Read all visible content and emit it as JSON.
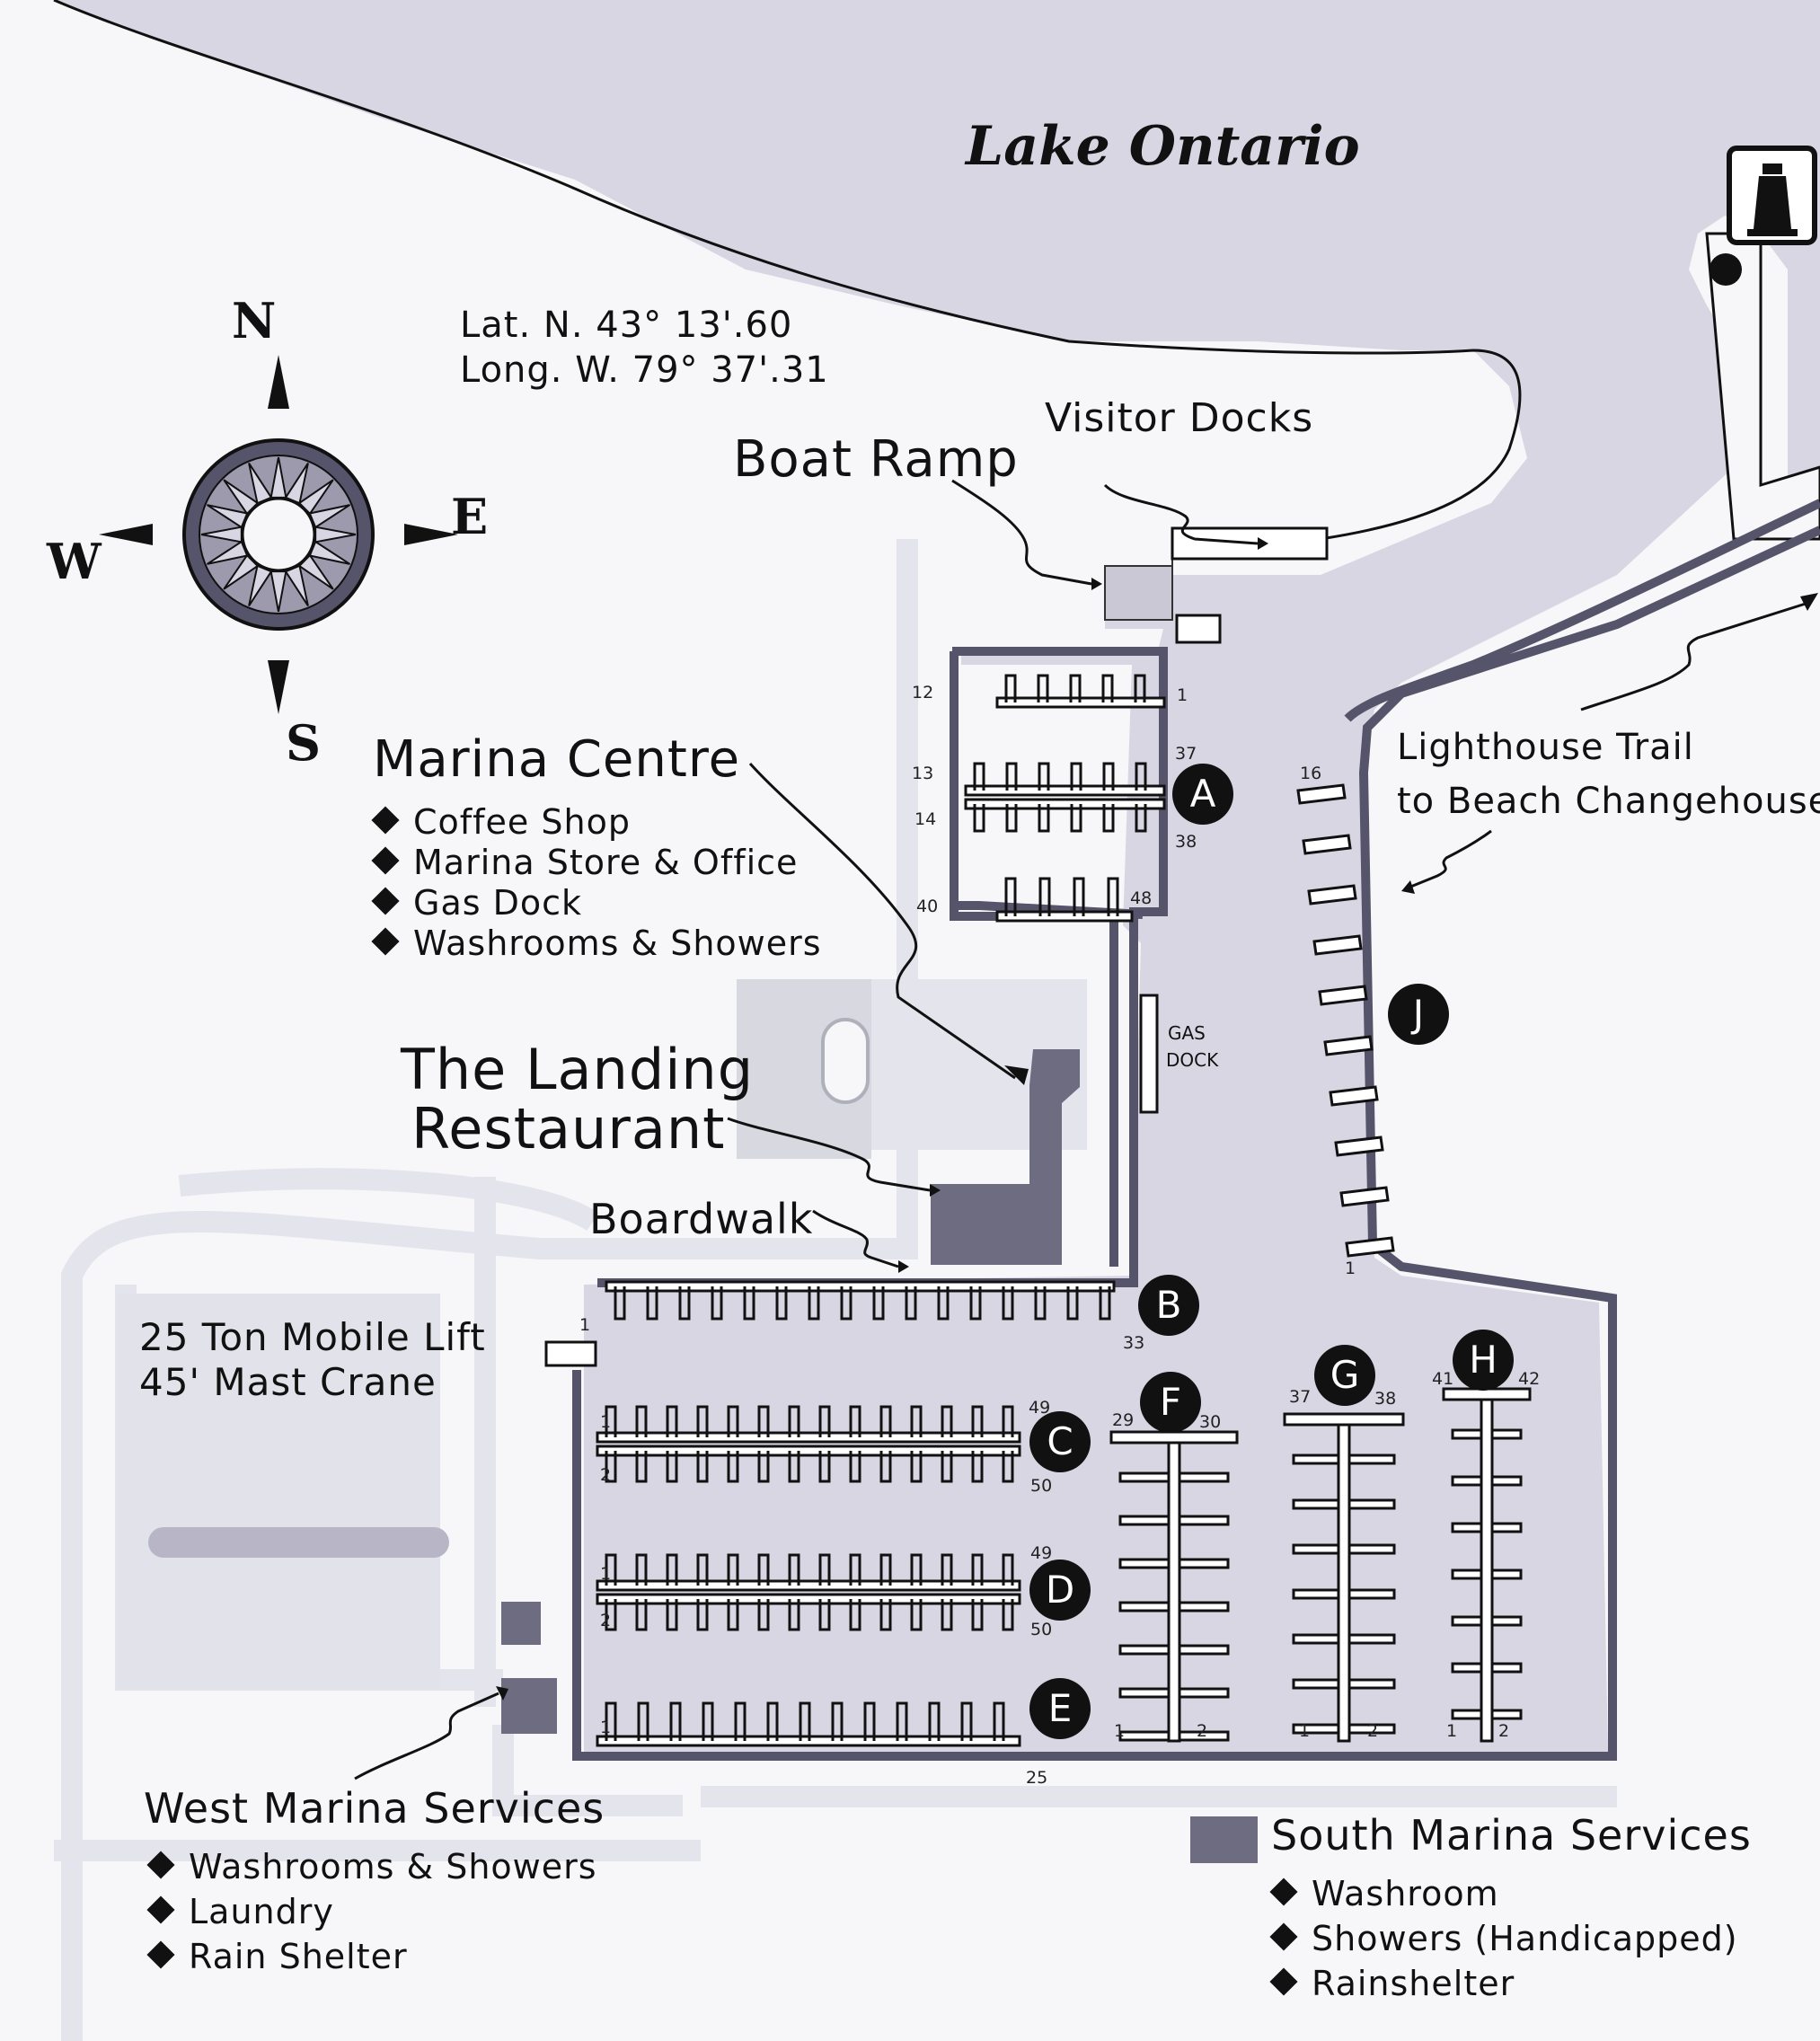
{
  "title": "Lake Ontario",
  "coordinates": {
    "lat": "Lat. N.  43°  13'.60",
    "long": "Long. W.  79°  37'.31"
  },
  "compass": {
    "north": "N",
    "south": "S",
    "east": "E",
    "west": "W"
  },
  "labels": {
    "visitor_docks": "Visitor Docks",
    "boat_ramp": "Boat Ramp",
    "marina_centre": "Marina Centre",
    "landing_line1": "The Landing",
    "landing_line2": "Restaurant",
    "boardwalk": "Boardwalk",
    "mobile_lift_line1": "25 Ton Mobile Lift",
    "mobile_lift_line2": "45' Mast Crane",
    "lighthouse_line1": "Lighthouse Trail",
    "lighthouse_line2": "to Beach Changehouse",
    "gas_dock_line1": "GAS",
    "gas_dock_line2": "DOCK",
    "west_services": "West Marina Services",
    "south_services": "South Marina Services"
  },
  "marina_centre_items": [
    "Coffee Shop",
    "Marina Store & Office",
    "Gas Dock",
    "Washrooms & Showers"
  ],
  "west_services_items": [
    "Washrooms & Showers",
    "Laundry",
    "Rain Shelter"
  ],
  "south_services_items": [
    "Washroom",
    "Showers (Handicapped)",
    "Rainshelter"
  ],
  "docks": [
    "A",
    "B",
    "C",
    "D",
    "E",
    "F",
    "G",
    "H",
    "J"
  ],
  "slip_numbers": {
    "a_12": "12",
    "a_1": "1",
    "a_37": "37",
    "a_13": "13",
    "a_14": "14",
    "a_38": "38",
    "a_40": "40",
    "a_48": "48",
    "j_16": "16",
    "j_1": "1",
    "b_1": "1",
    "b_33": "33",
    "c_1": "1",
    "c_2": "2",
    "c_49": "49",
    "c_50": "50",
    "d_1": "1",
    "d_2": "2",
    "d_49": "49",
    "d_50": "50",
    "e_1": "1",
    "e_25": "25",
    "f_29": "29",
    "f_30": "30",
    "f_1": "1",
    "f_2": "2",
    "g_37": "37",
    "g_38": "38",
    "g_1": "1",
    "g_2": "2",
    "h_41": "41",
    "h_42": "42",
    "h_1": "1",
    "h_2": "2"
  },
  "colors": {
    "water": "#d4d0e0",
    "basin": "#cfcbdc",
    "wall": "#56546a",
    "building": "#6e6c80",
    "land": "#f7f7f9",
    "pale_path": "#e2e2ea"
  }
}
